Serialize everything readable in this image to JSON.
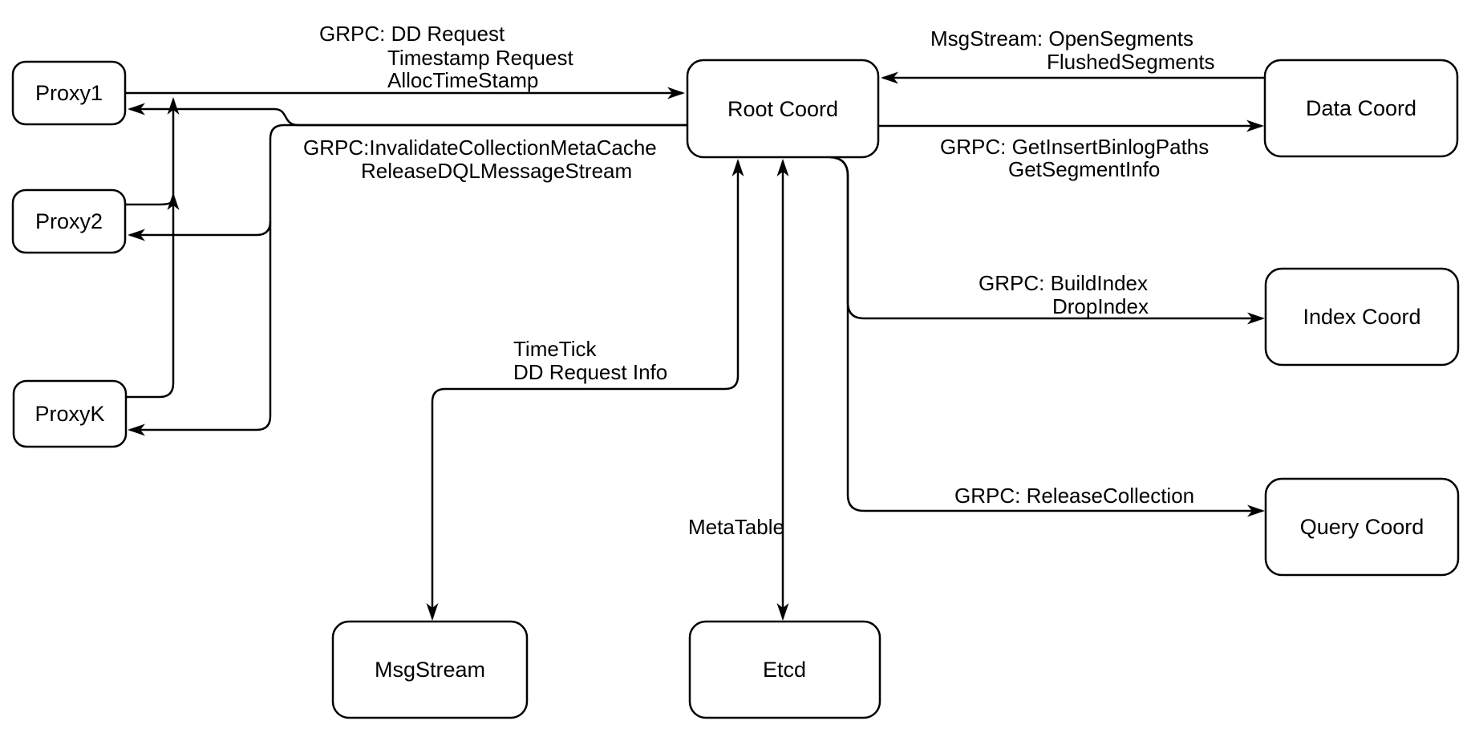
{
  "diagram": {
    "colors": {
      "background": "#ffffff",
      "stroke": "#000000",
      "box_fill": "#ffffff",
      "text": "#000000"
    },
    "nodes": [
      {
        "id": "proxy1",
        "label": "Proxy1"
      },
      {
        "id": "proxy2",
        "label": "Proxy2"
      },
      {
        "id": "proxyk",
        "label": "ProxyK"
      },
      {
        "id": "root-coord",
        "label": "Root Coord"
      },
      {
        "id": "data-coord",
        "label": "Data Coord"
      },
      {
        "id": "index-coord",
        "label": "Index Coord"
      },
      {
        "id": "query-coord",
        "label": "Query Coord"
      },
      {
        "id": "msgstream",
        "label": "MsgStream"
      },
      {
        "id": "etcd",
        "label": "Etcd"
      }
    ],
    "edges": [
      {
        "id": "proxy1-to-root",
        "from": "Proxy1",
        "to": "Root Coord",
        "bidirectional": false,
        "label_lines": [
          "GRPC: DD Request",
          "Timestamp Request",
          "AllocTimeStamp"
        ]
      },
      {
        "id": "root-to-proxies",
        "from": "Root Coord",
        "to": "Proxy1, Proxy2, ProxyK",
        "bidirectional": false,
        "label_lines": [
          "GRPC:InvalidateCollectionMetaCache",
          "ReleaseDQLMessageStream"
        ]
      },
      {
        "id": "proxies-merge-trunk",
        "from": "Proxy2, ProxyK",
        "to": "Proxy1 request line",
        "bidirectional": false,
        "label_lines": []
      },
      {
        "id": "data-to-root",
        "from": "Data Coord",
        "to": "Root Coord",
        "bidirectional": false,
        "label_lines": [
          "MsgStream: OpenSegments",
          "FlushedSegments"
        ]
      },
      {
        "id": "root-to-data",
        "from": "Root Coord",
        "to": "Data Coord",
        "bidirectional": false,
        "label_lines": [
          "GRPC: GetInsertBinlogPaths",
          "GetSegmentInfo"
        ]
      },
      {
        "id": "root-to-index",
        "from": "Root Coord",
        "to": "Index Coord",
        "bidirectional": false,
        "label_lines": [
          "GRPC: BuildIndex",
          "DropIndex"
        ]
      },
      {
        "id": "root-to-query",
        "from": "Root Coord",
        "to": "Query Coord",
        "bidirectional": false,
        "label_lines": [
          "GRPC: ReleaseCollection"
        ]
      },
      {
        "id": "root-msgstream",
        "from": "Root Coord",
        "to": "MsgStream",
        "bidirectional": true,
        "label_lines": [
          "TimeTick",
          "DD Request Info"
        ]
      },
      {
        "id": "root-etcd",
        "from": "Root Coord",
        "to": "Etcd",
        "bidirectional": true,
        "label_lines": [
          "MetaTable"
        ]
      }
    ]
  }
}
